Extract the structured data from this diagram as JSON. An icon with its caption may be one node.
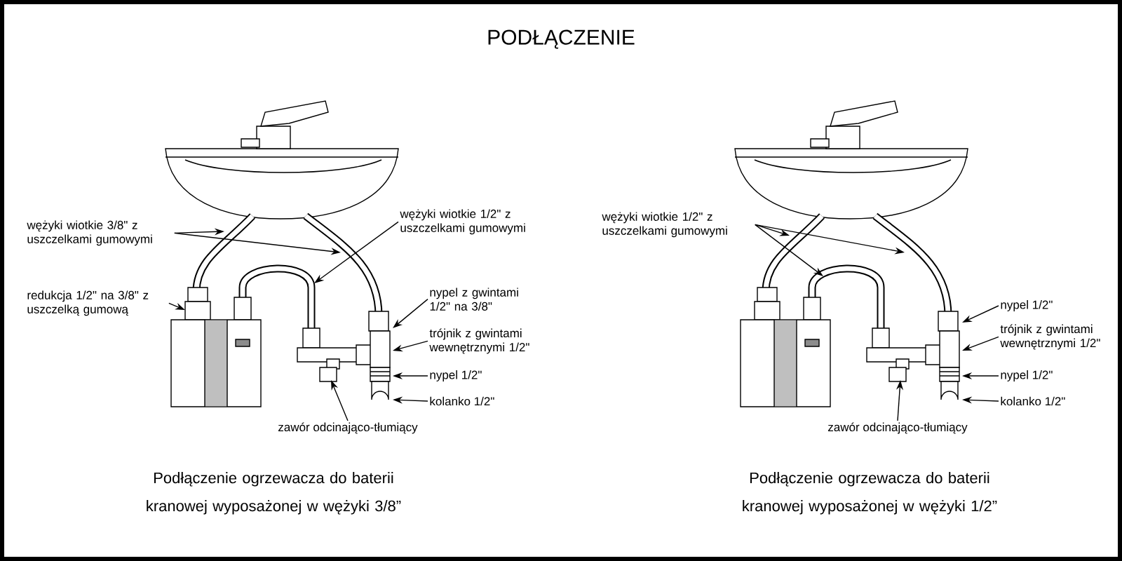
{
  "diagram": {
    "title": "PODŁĄCZENIE",
    "nodes": [
      {
        "text": [
          "wężyki wiotkie 3/8\" z uszczelkami gumowymi"
        ]
      },
      {
        "text": [
          "wężyki wiotkie 1/2\" z uszczelkami gumowymi"
        ]
      },
      {
        "text": [
          "redukcja 1/2\" na 3/8\" z uszczelką gumową"
        ]
      },
      {
        "text": [
          "nypel z gwintami 1/2\" na 3/8\""
        ]
      },
      {
        "text": [
          "trójnik z gwintami wewnętrznymi 1/2\""
        ]
      },
      {
        "text": [
          "nypel 1/2\""
        ]
      },
      {
        "text": [
          "kolanko 1/2\""
        ]
      },
      {
        "text": [
          "zawór odcinająco-tłumiący"
        ]
      },
      {
        "text": [
          "wężyki wiotkie 1/2\" z uszczelkami gumowymi"
        ]
      },
      {
        "text": [
          "nypel 1/2\""
        ]
      },
      {
        "text": [
          "trójnik z gwintami wewnętrznymi 1/2\""
        ]
      },
      {
        "text": [
          "nypel 1/2\""
        ]
      },
      {
        "text": [
          "kolanko 1/2\""
        ]
      },
      {
        "text": [
          "zawór odcinająco-tłumiący"
        ]
      },
      {
        "text": [],
        "shape": "picture"
      },
      {
        "text": [],
        "shape": "picture"
      }
    ],
    "edges": [
      {
        "from": 0,
        "to": 14,
        "arrow": "to"
      },
      {
        "from": 0,
        "to": 14,
        "arrow": "to"
      },
      {
        "from": 1,
        "to": 14,
        "arrow": "to"
      },
      {
        "from": 2,
        "to": 14,
        "arrow": "to"
      },
      {
        "from": 3,
        "to": 14,
        "arrow": "to"
      },
      {
        "from": 4,
        "to": 14,
        "arrow": "to"
      },
      {
        "from": 5,
        "to": 14,
        "arrow": "to"
      },
      {
        "from": 6,
        "to": 14,
        "arrow": "to"
      },
      {
        "from": 7,
        "to": 14,
        "arrow": "to"
      },
      {
        "from": 8,
        "to": 15,
        "arrow": "to"
      },
      {
        "from": 8,
        "to": 15,
        "arrow": "to"
      },
      {
        "from": 8,
        "to": 15,
        "arrow": "to"
      },
      {
        "from": 9,
        "to": 15,
        "arrow": "to"
      },
      {
        "from": 10,
        "to": 15,
        "arrow": "to"
      },
      {
        "from": 11,
        "to": 15,
        "arrow": "to"
      },
      {
        "from": 12,
        "to": 15,
        "arrow": "to"
      },
      {
        "from": 13,
        "to": 15,
        "arrow": "to"
      }
    ],
    "labels": [
      "Podłączenie ogrzewacza do baterii kranowej wyposażonej w wężyki 3/8”",
      "Podłączenie ogrzewacza do baterii kranowej wyposażonej w wężyki 1/2”"
    ]
  }
}
